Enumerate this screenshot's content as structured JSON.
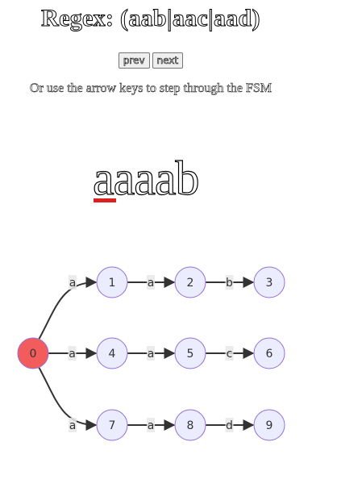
{
  "title": "Regex: (aab|aac|aad)",
  "buttons": {
    "prev": "prev",
    "next": "next"
  },
  "instructions": "Or use the arrow keys to step through the FSM",
  "input_string": "aaaab",
  "cursor_color": "#dd1f1f",
  "fsm": {
    "active_state": "0",
    "active_fill": "#f25c5c",
    "state_fill": "#ececff",
    "state_stroke": "#9370db",
    "edge_label_bg": "#e8e8e8",
    "states": [
      "0",
      "1",
      "2",
      "3",
      "4",
      "5",
      "6",
      "7",
      "8",
      "9"
    ],
    "edges": [
      {
        "from": "0",
        "to": "1",
        "label": "a"
      },
      {
        "from": "1",
        "to": "2",
        "label": "a"
      },
      {
        "from": "2",
        "to": "3",
        "label": "b"
      },
      {
        "from": "0",
        "to": "4",
        "label": "a"
      },
      {
        "from": "4",
        "to": "5",
        "label": "a"
      },
      {
        "from": "5",
        "to": "6",
        "label": "c"
      },
      {
        "from": "0",
        "to": "7",
        "label": "a"
      },
      {
        "from": "7",
        "to": "8",
        "label": "a"
      },
      {
        "from": "8",
        "to": "9",
        "label": "d"
      }
    ]
  }
}
